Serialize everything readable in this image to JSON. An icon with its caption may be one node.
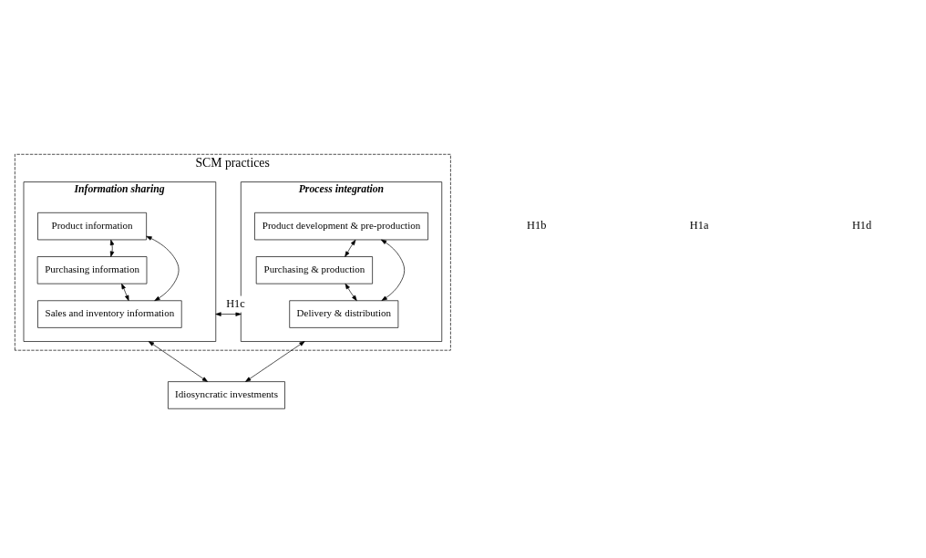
{
  "diagram": {
    "nodes": [
      {
        "text": [
          "SCM practices"
        ]
      },
      {
        "text": [
          "Information sharing"
        ],
        "in": 0
      },
      {
        "text": [
          "Product information"
        ],
        "in": 1
      },
      {
        "text": [
          "Purchasing information"
        ],
        "in": 1
      },
      {
        "text": [
          "Sales and inventory information"
        ],
        "in": 1
      },
      {
        "text": [
          "Process integration"
        ],
        "in": 0
      },
      {
        "text": [
          "Product development & pre-production"
        ],
        "in": 5
      },
      {
        "text": [
          "Purchasing & production"
        ],
        "in": 5
      },
      {
        "text": [
          "Delivery & distribution"
        ],
        "in": 5
      },
      {
        "text": [
          "Idiosyncratic investments"
        ]
      }
    ],
    "edges": [
      {
        "from": 2,
        "to": 3,
        "arrow": "both"
      },
      {
        "from": 3,
        "to": 4,
        "arrow": "both"
      },
      {
        "from": 2,
        "to": 4,
        "arrow": "both"
      },
      {
        "from": 6,
        "to": 7,
        "arrow": "both"
      },
      {
        "from": 7,
        "to": 8,
        "arrow": "both"
      },
      {
        "from": 6,
        "to": 8,
        "arrow": "both"
      },
      {
        "from": 1,
        "to": 5,
        "arrow": "both",
        "label": "H1c"
      },
      {
        "from": 1,
        "to": 9,
        "arrow": "both"
      },
      {
        "from": 5,
        "to": 9,
        "arrow": "both"
      }
    ],
    "labels": [
      "H1b",
      "H1a",
      "H1d"
    ]
  }
}
